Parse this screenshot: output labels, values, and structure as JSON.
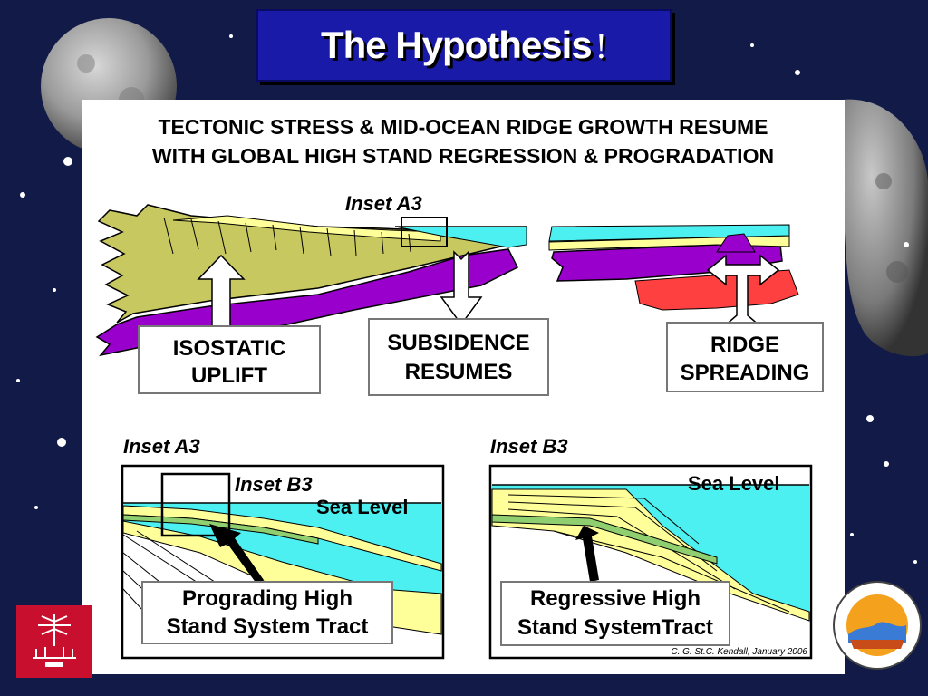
{
  "slide": {
    "title": "The Hypothesis",
    "title_mark": "!"
  },
  "diagram": {
    "heading_line1": "TECTONIC STRESS & MID-OCEAN RIDGE GROWTH RESUME",
    "heading_line2": "WITH GLOBAL HIGH STAND REGRESSION & PROGRADATION",
    "inset_a3_marker": "Inset A3",
    "box_uplift_line1": "ISOSTATIC",
    "box_uplift_line2": "UPLIFT",
    "box_subsidence_line1": "SUBSIDENCE",
    "box_subsidence_line2": "RESUMES",
    "box_ridge_line1": "RIDGE",
    "box_ridge_line2": "SPREADING",
    "inset_a3_title": "Inset A3",
    "inset_b3_marker": "Inset B3",
    "sea_level_a": "Sea Level",
    "prograding_line1": "Prograding High",
    "prograding_line2": "Stand System Tract",
    "inset_b3_title": "Inset B3",
    "sea_level_b": "Sea Level",
    "regressive_line1": "Regressive High",
    "regressive_line2": "Stand SystemTract",
    "credit": "C. G. St.C. Kendall, January 2006"
  },
  "colors": {
    "background": "#101840",
    "title_box": "#1a1aa8",
    "olive_crust": "#c8c860",
    "sand_yellow": "#ffff99",
    "sea_cyan": "#4df0f0",
    "mantle_purple": "#9900cc",
    "magma_red": "#ff4040",
    "tract_green": "#8fcf6f"
  },
  "logos": {
    "left": "university-palmetto-logo",
    "right": "geological-sciences-seal"
  }
}
